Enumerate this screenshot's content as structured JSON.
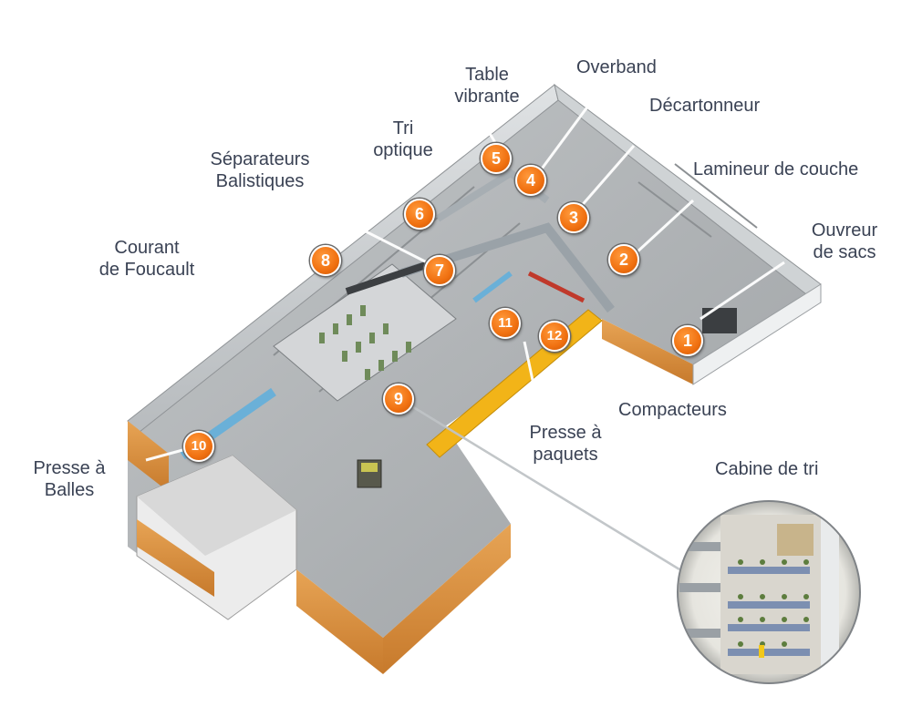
{
  "labels": {
    "table_vibrante": [
      "Table",
      "vibrante"
    ],
    "overband": "Overband",
    "decartonneur": "Décartonneur",
    "tri_optique": [
      "Tri",
      "optique"
    ],
    "separateurs": [
      "Séparateurs",
      "Balistiques"
    ],
    "lamineur": "Lamineur de couche",
    "ouvreur": [
      "Ouvreur",
      "de sacs"
    ],
    "courant": [
      "Courant",
      "de Foucault"
    ],
    "presse_balles": [
      "Presse à",
      "Balles"
    ],
    "presse_paquets": [
      "Presse à",
      "paquets"
    ],
    "compacteurs": "Compacteurs",
    "cabine": "Cabine de tri"
  },
  "markers": [
    "1",
    "2",
    "3",
    "4",
    "5",
    "6",
    "7",
    "8",
    "9",
    "10",
    "11",
    "12"
  ],
  "colors": {
    "marker_orange": "#f07010",
    "label_text": "#3a4254",
    "floor": "#a9acaf",
    "wall_wood": "#d9903f",
    "yellow_walkway": "#f2b418"
  }
}
